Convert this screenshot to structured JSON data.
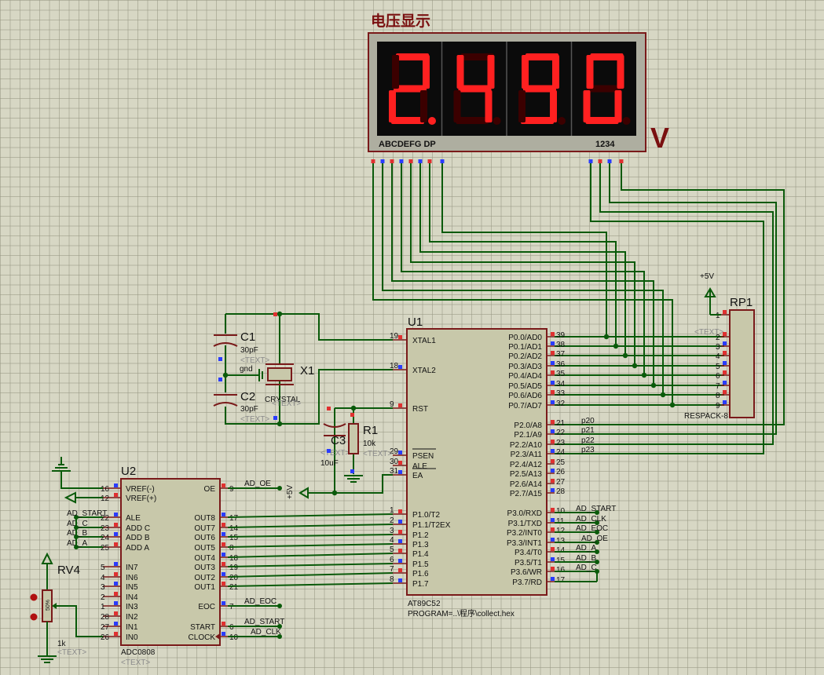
{
  "display": {
    "title": "电压显示",
    "digits": [
      "2.",
      "4",
      "9",
      "0"
    ],
    "segment_labels": "ABCDEFG  DP",
    "digit_labels": "1234",
    "unit": "V"
  },
  "u1": {
    "ref": "U1",
    "type": "AT89C52",
    "program": "PROGRAM=..\\程序\\collect.hex",
    "left_pins": [
      {
        "num": "19",
        "name": "XTAL1"
      },
      {
        "num": "18",
        "name": "XTAL2"
      },
      {
        "num": "9",
        "name": "RST"
      },
      {
        "num": "29",
        "name": "PSEN"
      },
      {
        "num": "30",
        "name": "ALE"
      },
      {
        "num": "31",
        "name": "EA"
      },
      {
        "num": "1",
        "name": "P1.0/T2"
      },
      {
        "num": "2",
        "name": "P1.1/T2EX"
      },
      {
        "num": "3",
        "name": "P1.2"
      },
      {
        "num": "4",
        "name": "P1.3"
      },
      {
        "num": "5",
        "name": "P1.4"
      },
      {
        "num": "6",
        "name": "P1.5"
      },
      {
        "num": "7",
        "name": "P1.6"
      },
      {
        "num": "8",
        "name": "P1.7"
      }
    ],
    "right_pins": [
      {
        "num": "39",
        "name": "P0.0/AD0"
      },
      {
        "num": "38",
        "name": "P0.1/AD1"
      },
      {
        "num": "37",
        "name": "P0.2/AD2"
      },
      {
        "num": "36",
        "name": "P0.3/AD3"
      },
      {
        "num": "35",
        "name": "P0.4/AD4"
      },
      {
        "num": "34",
        "name": "P0.5/AD5"
      },
      {
        "num": "33",
        "name": "P0.6/AD6"
      },
      {
        "num": "32",
        "name": "P0.7/AD7"
      },
      {
        "num": "21",
        "name": "P2.0/A8"
      },
      {
        "num": "22",
        "name": "P2.1/A9"
      },
      {
        "num": "23",
        "name": "P2.2/A10"
      },
      {
        "num": "24",
        "name": "P2.3/A11"
      },
      {
        "num": "25",
        "name": "P2.4/A12"
      },
      {
        "num": "26",
        "name": "P2.5/A13"
      },
      {
        "num": "27",
        "name": "P2.6/A14"
      },
      {
        "num": "28",
        "name": "P2.7/A15"
      },
      {
        "num": "10",
        "name": "P3.0/RXD"
      },
      {
        "num": "11",
        "name": "P3.1/TXD"
      },
      {
        "num": "12",
        "name": "P3.2/INT0"
      },
      {
        "num": "13",
        "name": "P3.3/INT1"
      },
      {
        "num": "14",
        "name": "P3.4/T0"
      },
      {
        "num": "15",
        "name": "P3.5/T1"
      },
      {
        "num": "16",
        "name": "P3.6/WR"
      },
      {
        "num": "17",
        "name": "P3.7/RD"
      }
    ],
    "p2_nets": [
      "p20",
      "p21",
      "p22",
      "p23"
    ],
    "p3_nets": [
      "AD_START",
      "AD_CLK",
      "AD_EOC",
      "AD_OE",
      "AD_A",
      "AD_B",
      "AD_C"
    ]
  },
  "u2": {
    "ref": "U2",
    "type": "ADC0808",
    "left_pins": [
      {
        "num": "16",
        "name": "VREF(-)"
      },
      {
        "num": "12",
        "name": "VREF(+)"
      },
      {
        "num": "22",
        "name": "ALE"
      },
      {
        "num": "23",
        "name": "ADD C"
      },
      {
        "num": "24",
        "name": "ADD B"
      },
      {
        "num": "25",
        "name": "ADD A"
      },
      {
        "num": "5",
        "name": "IN7"
      },
      {
        "num": "4",
        "name": "IN6"
      },
      {
        "num": "3",
        "name": "IN5"
      },
      {
        "num": "2",
        "name": "IN4"
      },
      {
        "num": "1",
        "name": "IN3"
      },
      {
        "num": "28",
        "name": "IN2"
      },
      {
        "num": "27",
        "name": "IN1"
      },
      {
        "num": "26",
        "name": "IN0"
      }
    ],
    "right_pins": [
      {
        "num": "9",
        "name": "OE"
      },
      {
        "num": "17",
        "name": "OUT8"
      },
      {
        "num": "14",
        "name": "OUT7"
      },
      {
        "num": "15",
        "name": "OUT6"
      },
      {
        "num": "8",
        "name": "OUT5"
      },
      {
        "num": "18",
        "name": "OUT4"
      },
      {
        "num": "19",
        "name": "OUT3"
      },
      {
        "num": "20",
        "name": "OUT2"
      },
      {
        "num": "21",
        "name": "OUT1"
      },
      {
        "num": "7",
        "name": "EOC"
      },
      {
        "num": "6",
        "name": "START"
      },
      {
        "num": "10",
        "name": "CLOCK"
      }
    ],
    "left_nets": [
      "AD_START",
      "AD_C",
      "AD_B",
      "AD_A"
    ],
    "right_nets": [
      "AD_OE",
      "AD_EOC",
      "AD_START",
      "AD_CLK"
    ],
    "text": "<TEXT>"
  },
  "c1": {
    "ref": "C1",
    "value": "30pF",
    "text": "<TEXT>"
  },
  "c2": {
    "ref": "C2",
    "value": "30pF",
    "text": "<TEXT>"
  },
  "c3": {
    "ref": "C3",
    "value": "10uF",
    "text": "<TEXT>"
  },
  "x1": {
    "ref": "X1",
    "value": "CRYSTAL",
    "text": "<TEXT>"
  },
  "r1": {
    "ref": "R1",
    "value": "10k",
    "text": "<TEXT>"
  },
  "rv4": {
    "ref": "RV4",
    "value": "1k",
    "text": "<TEXT>",
    "wiper": "50%"
  },
  "rp1": {
    "ref": "RP1",
    "type": "RESPACK-8",
    "pins": [
      "1",
      "2",
      "3",
      "4",
      "5",
      "6",
      "7",
      "8",
      "9"
    ],
    "text": "<TEXT>"
  },
  "power": {
    "vcc_top": "+5V",
    "vcc_mid": "+5V",
    "gnd": "gnd"
  }
}
